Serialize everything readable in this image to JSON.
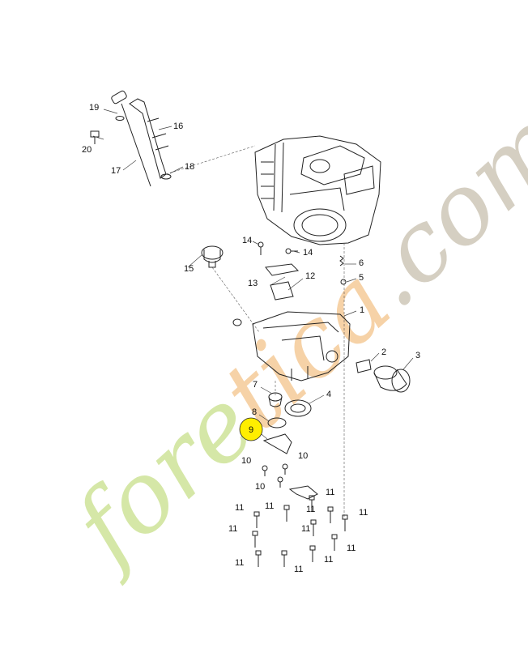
{
  "watermark": {
    "text": "foretica.com",
    "colors": {
      "fore": "#c8e08a",
      "tica": "#f3c48a",
      "com": "#c7bfae"
    }
  },
  "highlight": {
    "color": "#ffee00",
    "label": "9"
  },
  "callouts": {
    "c1": "1",
    "c2": "2",
    "c3": "3",
    "c4": "4",
    "c5": "5",
    "c6": "6",
    "c7": "7",
    "c8": "8",
    "c10a": "10",
    "c10b": "10",
    "c10c": "10",
    "c11a": "11",
    "c11b": "11",
    "c11c": "11",
    "c11d": "11",
    "c11e": "11",
    "c11f": "11",
    "c11g": "11",
    "c11h": "11",
    "c11i": "11",
    "c11j": "11",
    "c11k": "11",
    "c12": "12",
    "c13": "13",
    "c14a": "14",
    "c14b": "14",
    "c15": "15",
    "c16": "16",
    "c17": "17",
    "c18": "18",
    "c19": "19",
    "c20": "20"
  }
}
